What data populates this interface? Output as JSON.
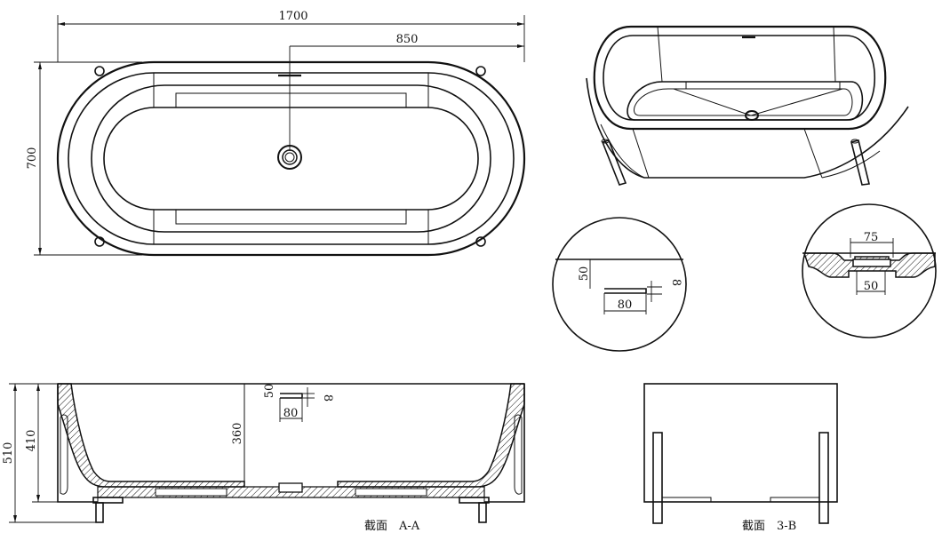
{
  "top_view": {
    "dim_length": "1700",
    "dim_half": "850",
    "dim_width": "700"
  },
  "detail_1": {
    "dim_a": "50",
    "dim_b": "8",
    "dim_c": "80"
  },
  "detail_2": {
    "dim_top": "75",
    "dim_bottom": "50"
  },
  "section_aa": {
    "dim_total": "510",
    "dim_inner": "410",
    "dim_depth": "360",
    "dim_a": "50",
    "dim_b": "8",
    "dim_c": "80",
    "caption": "截面　A-A"
  },
  "section_bb": {
    "caption": "截面　3-B"
  }
}
